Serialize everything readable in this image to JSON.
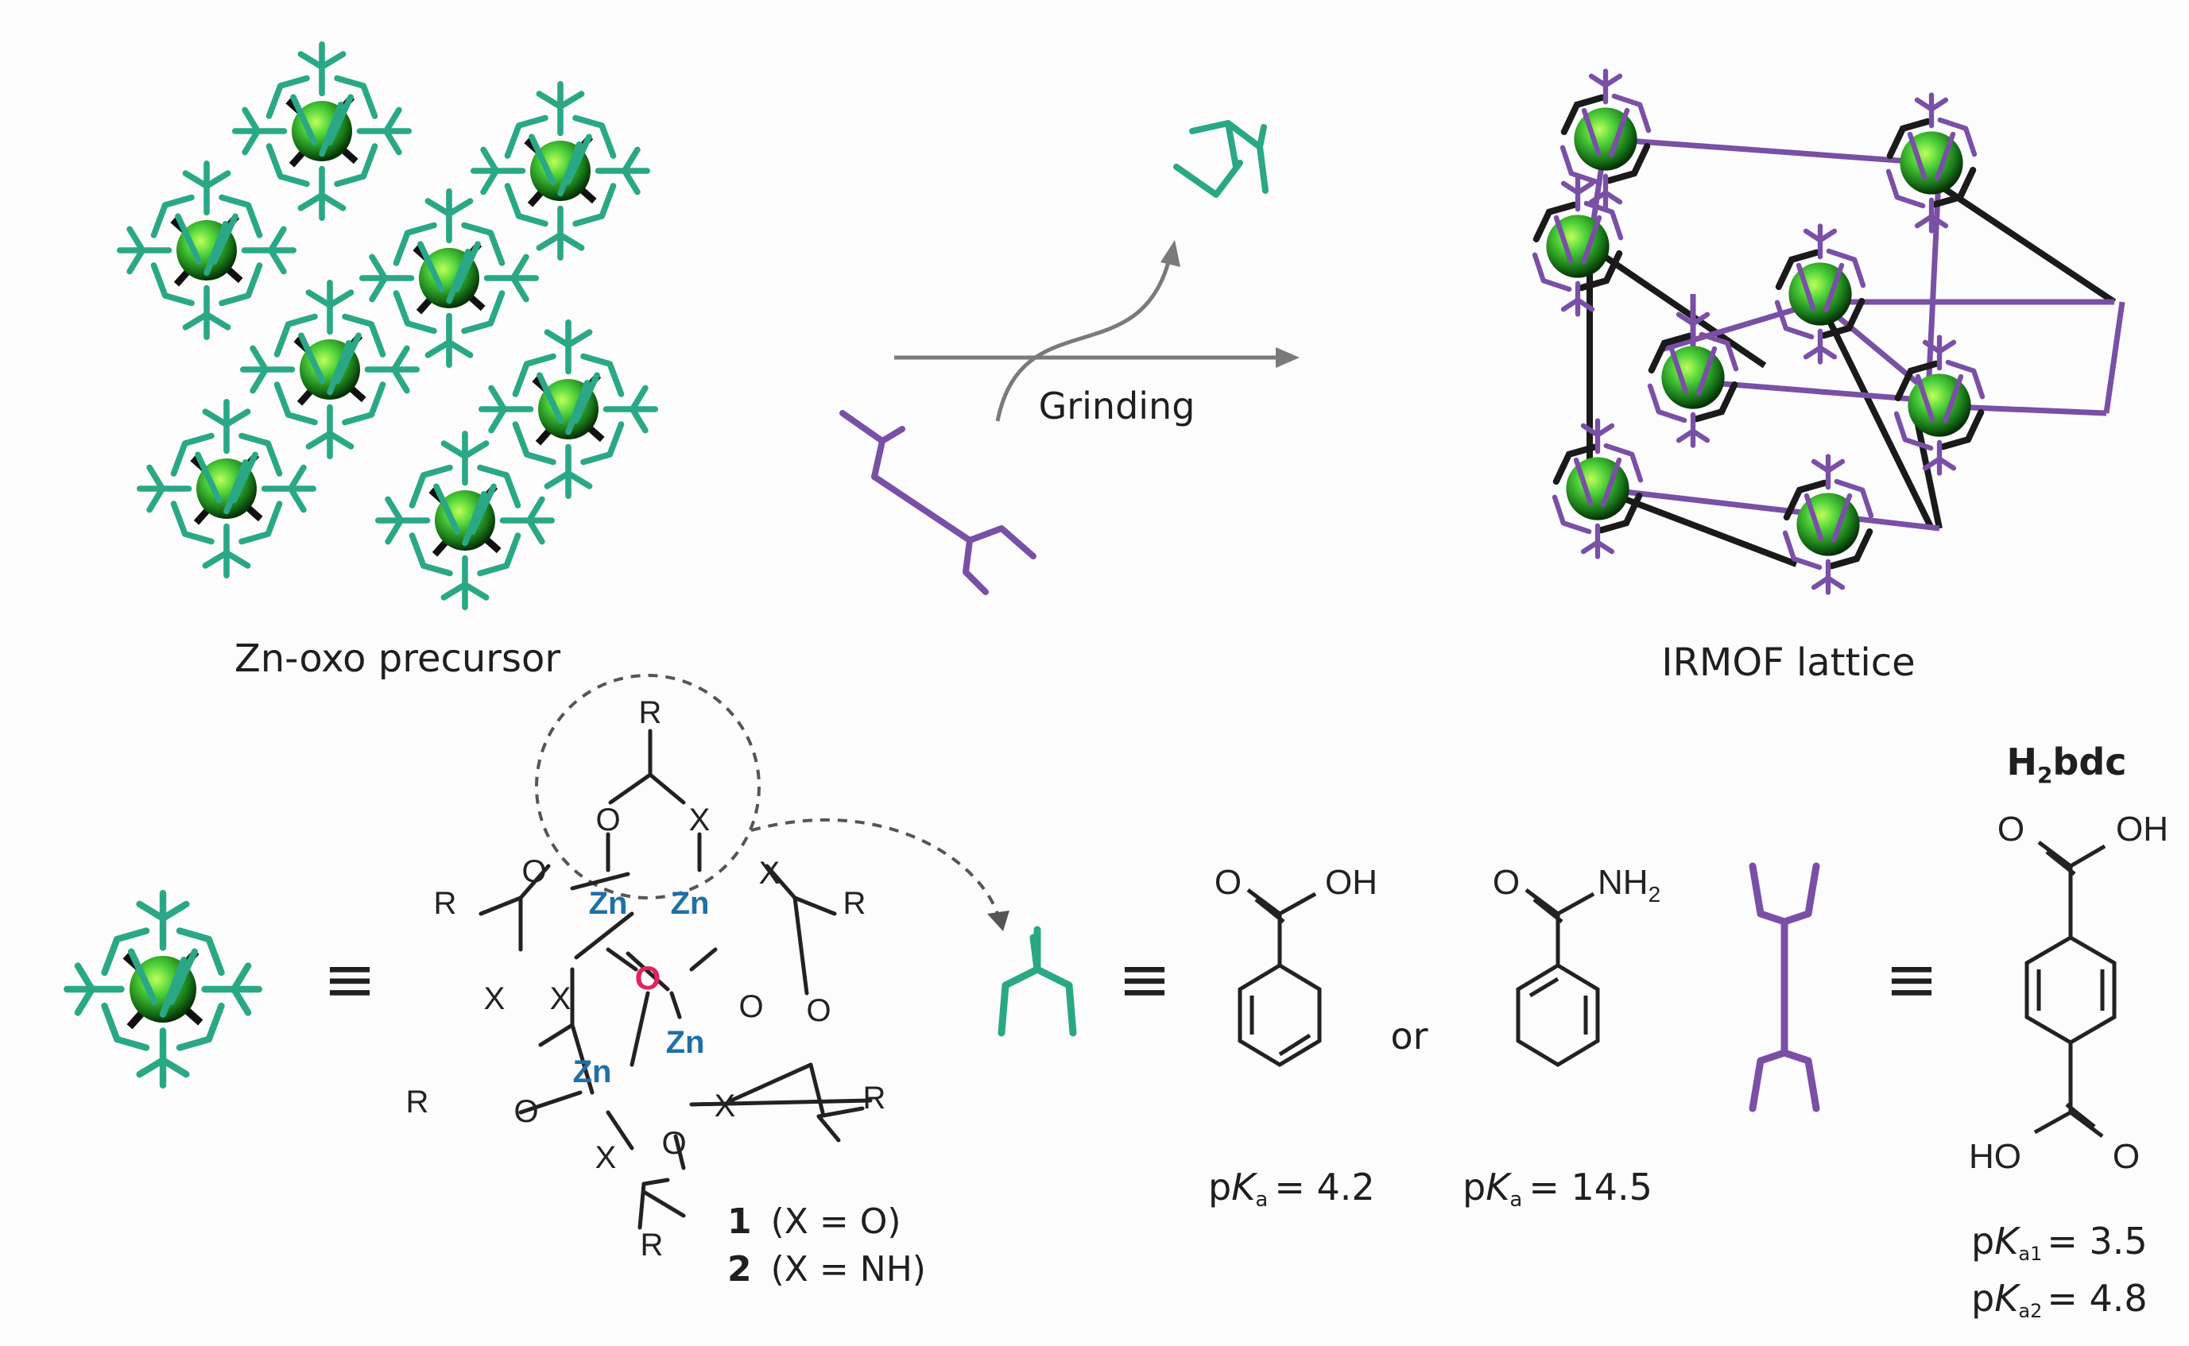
{
  "colors": {
    "precursor_ligand": "#2aa886",
    "linker": "#7a4fa6",
    "zinc": "#1f6fa6",
    "oxygen_center": "#e0245e",
    "sphere_center": "#4fd23a",
    "arrow": "#7a7a7a"
  },
  "labels": {
    "precursor": "Zn-oxo precursor",
    "lattice": "IRMOF lattice",
    "arrow": "Grinding",
    "or": "or"
  },
  "cluster": {
    "zn": "Zn",
    "center_o": "O",
    "o": "O",
    "x": "X",
    "r": "R",
    "compound1_num": "1",
    "compound1_def": "(X = O)",
    "compound2_num": "2",
    "compound2_def": "(X = NH)"
  },
  "benzoic_acid": {
    "o": "O",
    "oh": "OH",
    "pka_prefix": "p",
    "pka_k": "K",
    "pka_sub": "a",
    "pka_value": "= 4.2"
  },
  "benzamide": {
    "o": "O",
    "nh": "NH",
    "nh_sub": "2",
    "pka_prefix": "p",
    "pka_k": "K",
    "pka_sub": "a",
    "pka_value": "= 14.5"
  },
  "h2bdc": {
    "title_h": "H",
    "title_sub": "2",
    "title_rest": "bdc",
    "o_top": "O",
    "oh_top": "OH",
    "ho_bottom": "HO",
    "o_bottom": "O",
    "pka1_prefix": "p",
    "pka1_k": "K",
    "pka1_sub": "a1",
    "pka1_value": "= 3.5",
    "pka2_prefix": "p",
    "pka2_k": "K",
    "pka2_sub": "a2",
    "pka2_value": "= 4.8"
  },
  "equivalence_symbol": "≡"
}
